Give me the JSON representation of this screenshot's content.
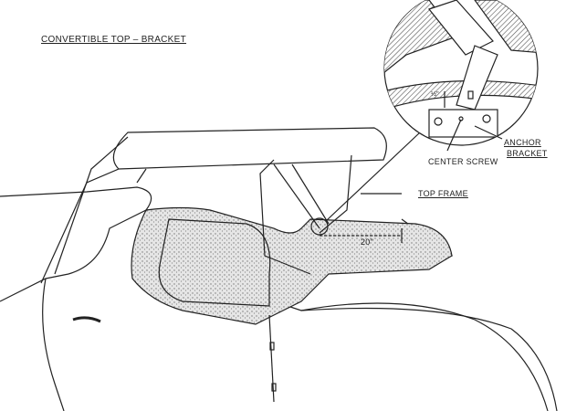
{
  "title": "CONVERTIBLE TOP – BRACKET",
  "labels": {
    "half_inch": "½\"",
    "anchor_bracket_line1": "ANCHOR",
    "anchor_bracket_line2": "BRACKET",
    "center_screw": "CENTER SCREW",
    "top_frame": "TOP FRAME",
    "twenty_inch": "20\""
  }
}
